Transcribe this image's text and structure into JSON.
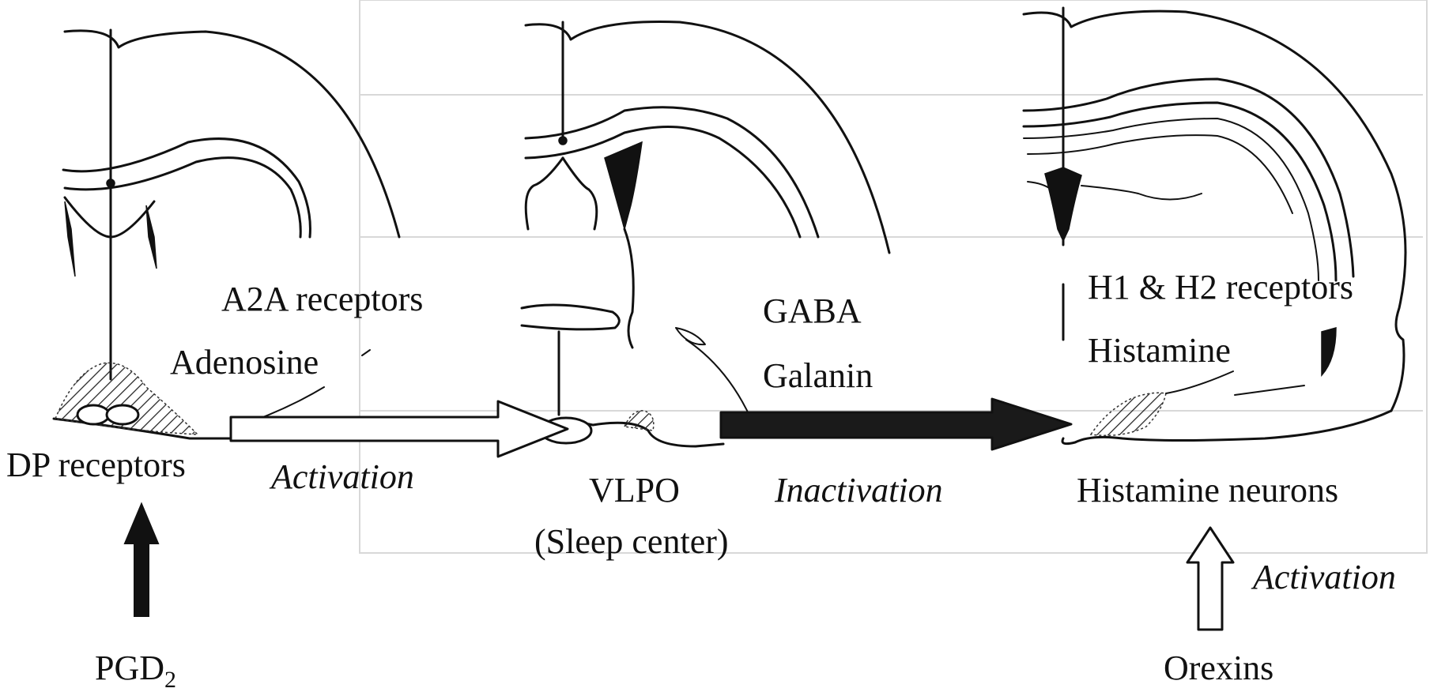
{
  "labels": {
    "dp_receptors": "DP receptors",
    "pgd_main": "PGD",
    "pgd_sub": "2",
    "a2a_receptors": "A2A receptors",
    "adenosine": "Adenosine",
    "activation_left": "Activation",
    "vlpo": "VLPO",
    "sleep_center": "(Sleep center)",
    "gaba": "GABA",
    "galanin": "Galanin",
    "inactivation": "Inactivation",
    "h1_h2_receptors": "H1 & H2 receptors",
    "histamine": "Histamine",
    "histamine_neurons": "Histamine neurons",
    "activation_right": "Activation",
    "orexins": "Orexins"
  },
  "colors": {
    "ink": "#111111",
    "background": "#ffffff",
    "open_arrow_fill": "#ffffff",
    "solid_arrow_fill": "#1a1a1a"
  }
}
